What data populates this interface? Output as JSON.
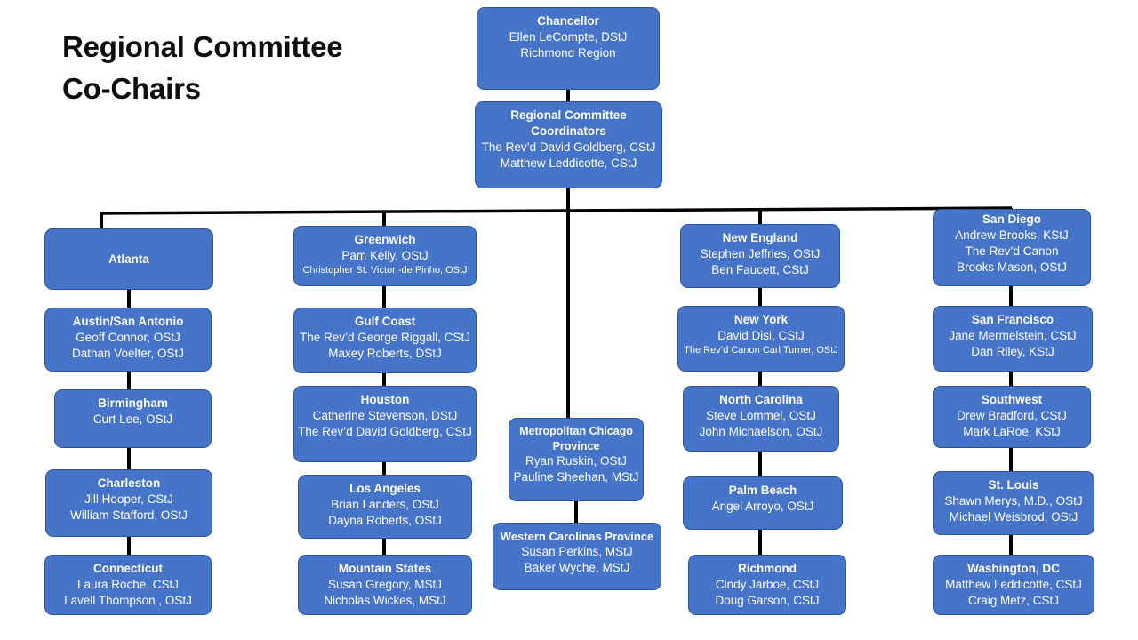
{
  "page": {
    "title_line1": "Regional Committee",
    "title_line2": "Co-Chairs",
    "accent_color": "#4674C8",
    "border_color": "#2E5496",
    "connector_color": "#000000",
    "text_color": "#FFFFFF",
    "title_color": "#0D0D0D"
  },
  "chart_data": {
    "type": "diagram",
    "diagram_kind": "organizational-chart",
    "title": "Regional Committee Co-Chairs",
    "root": {
      "name": "chancellor",
      "title": "Chancellor",
      "members": [
        "Ellen LeCompte, DStJ",
        "Richmond Region"
      ]
    },
    "coordinators": {
      "name": "regional-committee-coordinators",
      "title_line1": "Regional Committee",
      "title_line2": "Coordinators",
      "members": [
        "The Rev’d David Goldberg, CStJ",
        "Matthew Leddicotte, CStJ"
      ]
    },
    "branches": [
      {
        "branch_name": "atlanta-branch",
        "nodes": [
          {
            "name": "atlanta",
            "title": "Atlanta",
            "members": []
          },
          {
            "name": "austin-san-antonio",
            "title": "Austin/San Antonio",
            "members": [
              "Geoff Connor, OStJ",
              "Dathan Voelter, OStJ"
            ]
          },
          {
            "name": "birmingham",
            "title": "Birmingham",
            "members": [
              "Curt Lee, OStJ"
            ]
          },
          {
            "name": "charleston",
            "title": "Charleston",
            "members": [
              "Jill Hooper, CStJ",
              "William Stafford, OStJ"
            ]
          },
          {
            "name": "connecticut",
            "title": "Connecticut",
            "members": [
              "Laura Roche, CStJ",
              "Lavell Thompson , OStJ"
            ]
          }
        ]
      },
      {
        "branch_name": "greenwich-branch",
        "nodes": [
          {
            "name": "greenwich",
            "title": "Greenwich",
            "members": [
              "Pam Kelly, OStJ",
              "Christopher St. Victor -de Pinho, OStJ"
            ]
          },
          {
            "name": "gulf-coast",
            "title": "Gulf Coast",
            "members": [
              "The Rev’d George Riggall, CStJ",
              "Maxey Roberts, DStJ"
            ]
          },
          {
            "name": "houston",
            "title": "Houston",
            "members": [
              "Catherine Stevenson, DStJ",
              "The Rev’d David Goldberg, CStJ"
            ]
          },
          {
            "name": "los-angeles",
            "title": "Los Angeles",
            "members": [
              "Brian Landers, OStJ",
              "Dayna Roberts, OStJ"
            ]
          },
          {
            "name": "mountain-states",
            "title": "Mountain States",
            "members": [
              "Susan Gregory, MStJ",
              "Nicholas Wickes, MStJ"
            ]
          }
        ]
      },
      {
        "branch_name": "chicago-branch",
        "nodes": [
          {
            "name": "metropolitan-chicago-province",
            "title": "Metropolitan Chicago",
            "title_line2": "Province",
            "members": [
              "Ryan Ruskin, OStJ",
              "Pauline Sheehan, MStJ"
            ]
          },
          {
            "name": "western-carolinas-province",
            "title": "Western Carolinas Province",
            "members": [
              "Susan Perkins, MStJ",
              "Baker Wyche, MStJ"
            ]
          }
        ]
      },
      {
        "branch_name": "new-england-branch",
        "nodes": [
          {
            "name": "new-england",
            "title": "New England",
            "members": [
              "Stephen Jeffries, OStJ",
              "Ben Faucett, CStJ"
            ]
          },
          {
            "name": "new-york",
            "title": "New York",
            "members": [
              "David Disi, CStJ",
              "The Rev’d Canon Carl Turner, OStJ"
            ]
          },
          {
            "name": "north-carolina",
            "title": "North Carolina",
            "members": [
              "Steve Lommel, OStJ",
              "John Michaelson,  OStJ"
            ]
          },
          {
            "name": "palm-beach",
            "title": "Palm Beach",
            "members": [
              "Angel Arroyo, OStJ"
            ]
          },
          {
            "name": "richmond",
            "title": "Richmond",
            "members": [
              "Cindy Jarboe, CStJ",
              "Doug Garson, CStJ"
            ]
          }
        ]
      },
      {
        "branch_name": "san-diego-branch",
        "nodes": [
          {
            "name": "san-diego",
            "title": "San Diego",
            "members": [
              "Andrew Brooks, KStJ",
              "The Rev’d Canon",
              "Brooks Mason, OStJ"
            ]
          },
          {
            "name": "san-francisco",
            "title": "San Francisco",
            "members": [
              "Jane Mermelstein, CStJ",
              "Dan Riley, KStJ"
            ]
          },
          {
            "name": "southwest",
            "title": "Southwest",
            "members": [
              "Drew Bradford, CStJ",
              "Mark LaRoe, KStJ"
            ]
          },
          {
            "name": "st-louis",
            "title": "St. Louis",
            "members": [
              "Shawn Merys, M.D., OStJ",
              "Michael Weisbrod, OStJ"
            ]
          },
          {
            "name": "washington-dc",
            "title": "Washington, DC",
            "members": [
              "Matthew Leddicotte, CStJ",
              "Craig Metz, CStJ"
            ]
          }
        ]
      }
    ]
  }
}
